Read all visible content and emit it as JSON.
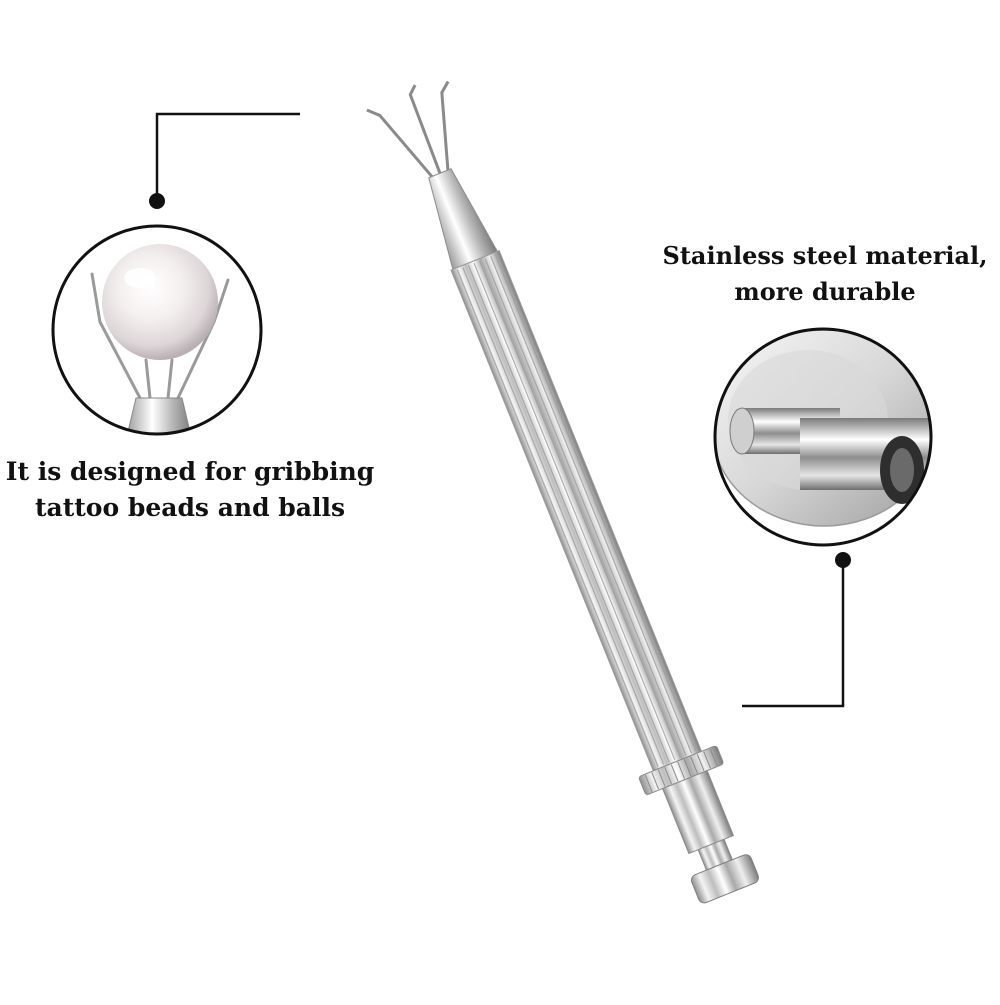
{
  "callouts": {
    "left": {
      "line1": "It is designed for gribbing",
      "line2": "tattoo beads and balls"
    },
    "right": {
      "line1": "Stainless steel material,",
      "line2": "more durable"
    }
  },
  "colors": {
    "background": "#ffffff",
    "text": "#111111",
    "steel": "#c9c9c9",
    "pearl": "#f1ecec"
  },
  "icons": {
    "left_callout_image": "pearl-in-prong-icon",
    "right_callout_image": "plunger-end-icon"
  }
}
